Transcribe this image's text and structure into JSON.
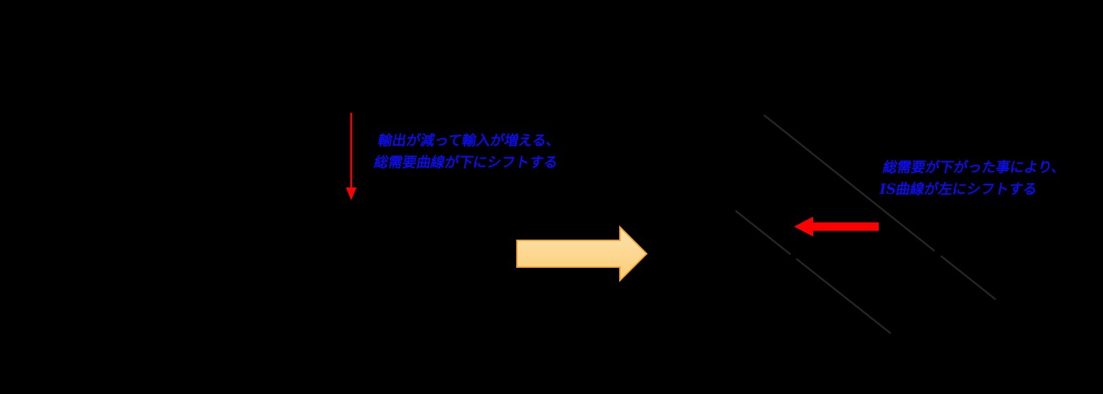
{
  "canvas": {
    "background": "#000000"
  },
  "colors": {
    "annotation_blue": "#0D0DE8",
    "arrow_red": "#FF0000",
    "curve_dark": "#262626",
    "block_arrow_fill_top": "#FDE2AC",
    "block_arrow_fill_bottom": "#FBCD77",
    "block_arrow_stroke": "#EFA22F"
  },
  "left_panel": {
    "shift_note_line1": "輸出が減って輸入が増える、",
    "shift_note_line2": "総需要曲線が下にシフトする"
  },
  "right_panel": {
    "shift_note_line1": "総需要が下がった事により、",
    "shift_note_line2": "IS曲線が左にシフトする"
  }
}
